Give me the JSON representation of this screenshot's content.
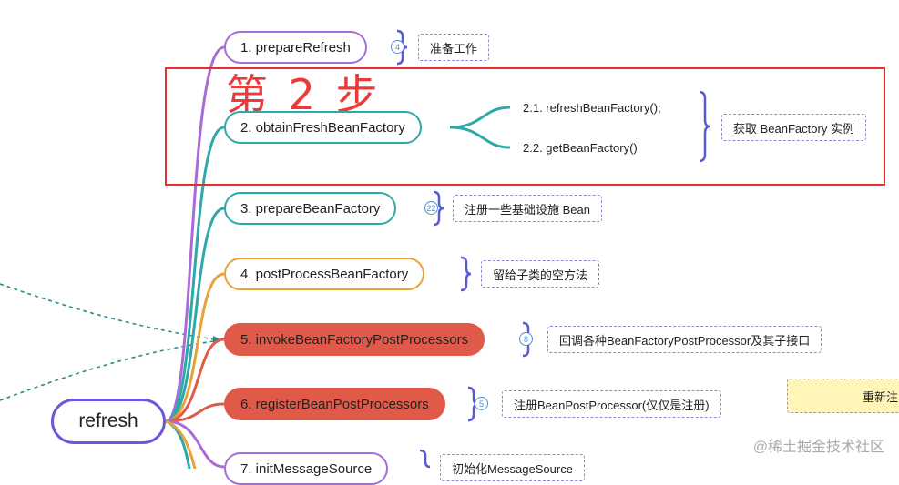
{
  "root": {
    "label": "refresh"
  },
  "annotation": {
    "step_label": "第 2 步"
  },
  "steps": [
    {
      "label": "1.  prepareRefresh",
      "color": "#a86bd8",
      "badge": "4",
      "note": "准备工作"
    },
    {
      "label": "2.  obtainFreshBeanFactory",
      "color": "#2ea8a8",
      "subitems": [
        "2.1. refreshBeanFactory();",
        "2.2. getBeanFactory()"
      ],
      "note": "获取 BeanFactory 实例"
    },
    {
      "label": "3.  prepareBeanFactory",
      "color": "#2ea8a8",
      "badge": "22",
      "note": "注册一些基础设施 Bean"
    },
    {
      "label": "4.  postProcessBeanFactory",
      "color": "#e8a23a",
      "note": "留给子类的空方法"
    },
    {
      "label": "5.  invokeBeanFactoryPostProcessors",
      "color": "#e05a4a",
      "badge": "8",
      "note": "回调各种BeanFactoryPostProcessor及其子接口"
    },
    {
      "label": "6.  registerBeanPostProcessors",
      "color": "#e05a4a",
      "badge": "5",
      "note": "注册BeanPostProcessor(仅仅是注册)"
    },
    {
      "label": "7.  initMessageSource",
      "color": "#a86bd8",
      "note": "初始化MessageSource"
    }
  ],
  "side_note": {
    "label": "重新注"
  },
  "watermark": {
    "text": "@稀土掘金技术社区"
  },
  "colors": {
    "highlight": "#e03030",
    "root_border": "#6a5ad8",
    "brace": "#5a5ad0",
    "badge": "#4a90d9"
  }
}
